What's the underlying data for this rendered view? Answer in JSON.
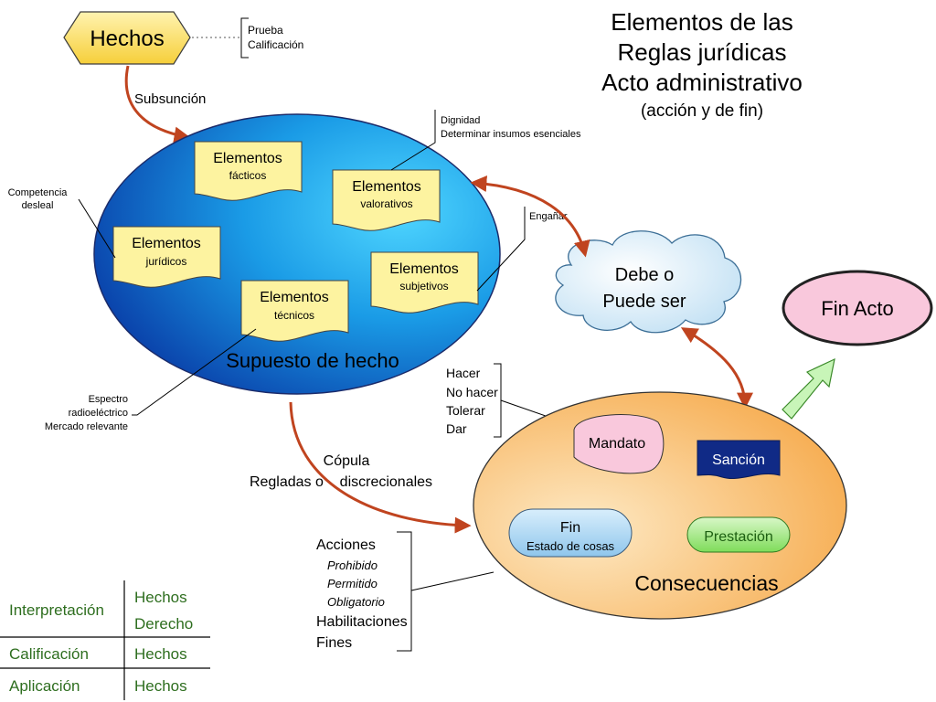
{
  "title": {
    "line1": "Elementos de las",
    "line2": "Reglas jurídicas",
    "line3": "Acto administrativo",
    "line4": "(acción y de fin)"
  },
  "hechos": {
    "label": "Hechos",
    "notes": [
      "Prueba",
      "Calificación"
    ]
  },
  "subsuncion": "Subsunción",
  "supuesto": {
    "label": "Supuesto de hecho",
    "facticos": {
      "title": "Elementos",
      "sub": "fácticos"
    },
    "valorativos": {
      "title": "Elementos",
      "sub": "valorativos"
    },
    "juridicos": {
      "title": "Elementos",
      "sub": "jurídicos"
    },
    "subjetivos": {
      "title": "Elementos",
      "sub": "subjetivos"
    },
    "tecnicos": {
      "title": "Elementos",
      "sub": "técnicos"
    }
  },
  "annotations": {
    "dignidad": [
      "Dignidad",
      "Determinar insumos esenciales"
    ],
    "competencia": [
      "Competencia",
      "desleal"
    ],
    "enganar": "Engañar",
    "espectro": [
      "Espectro",
      "radioeléctrico",
      "Mercado relevante"
    ]
  },
  "cloud": [
    "Debe o",
    "Puede ser"
  ],
  "fin_acto": "Fin Acto",
  "copula": [
    "Cópula",
    "Regladas o    discrecionales"
  ],
  "mandato_list": [
    "Hacer",
    "No hacer",
    "Tolerar",
    "Dar"
  ],
  "consecuencias": {
    "label": "Consecuencias",
    "mandato": "Mandato",
    "sancion": "Sanción",
    "fin": "Fin",
    "estado": "Estado de cosas",
    "prestacion": "Prestación"
  },
  "acciones": {
    "title": "Acciones",
    "italics": [
      "Prohibido",
      "Permitido",
      "Obligatorio"
    ],
    "rest": [
      "Habilitaciones",
      "Fines"
    ]
  },
  "bottom_table": {
    "rows": [
      {
        "label": "Interpretación",
        "values": [
          "Hechos",
          "Derecho"
        ]
      },
      {
        "label": "Calificación",
        "values": [
          "Hechos"
        ]
      },
      {
        "label": "Aplicación",
        "values": [
          "Hechos"
        ]
      }
    ]
  },
  "colors": {
    "yellow": "#fdf3a0",
    "hexagon": "#fde06a",
    "blue_dark": "#0b3fa6",
    "blue_light": "#22b8f0",
    "orange": "#fbbd6a",
    "arrow": "#c0441f",
    "pink": "#f9c8dc",
    "green_text": "#2e6e1f"
  }
}
